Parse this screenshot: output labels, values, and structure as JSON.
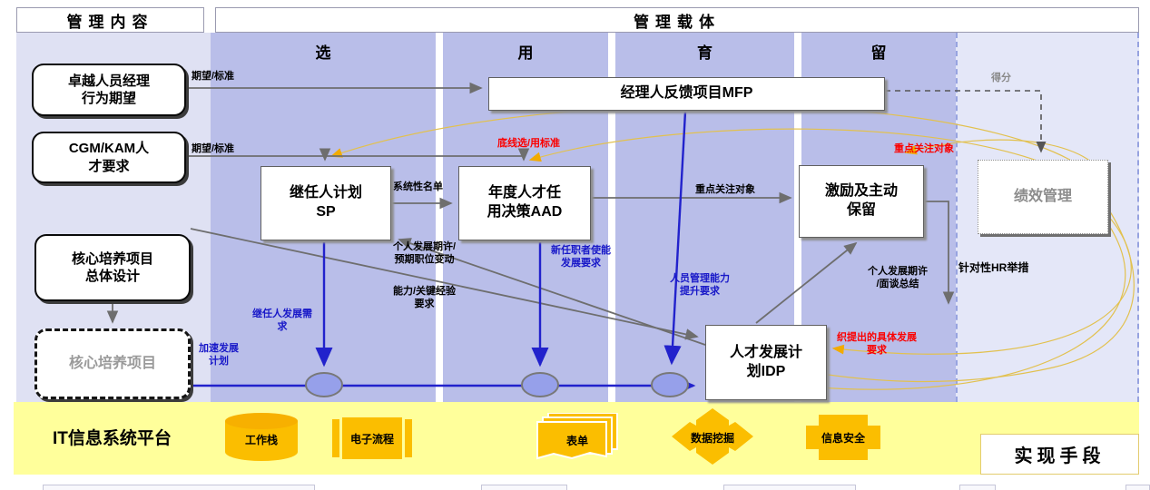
{
  "headers": {
    "left": "管理内容",
    "right": "管理载体",
    "bottom_right": "实现手段"
  },
  "columns": [
    {
      "label": "选"
    },
    {
      "label": "用"
    },
    {
      "label": "育"
    },
    {
      "label": "留"
    }
  ],
  "nodes": {
    "excellence": "卓越人员经理\n行为期望",
    "cgm_kam": "CGM/KAM人\n才要求",
    "core_design": "核心培养项目\n总体设计",
    "core_program": "核心培养项目",
    "mfp": "经理人反馈项目MFP",
    "sp": "继任人计划\nSP",
    "aad": "年度人才任\n用决策AAD",
    "retention": "激励及主动\n保留",
    "idp": "人才发展计\n划IDP",
    "performance": "绩效管理"
  },
  "edge_labels": {
    "expect_std_1": "期望/标准",
    "expect_std_2": "期望/标准",
    "baseline_criteria": "底线选/用标准",
    "systematic_list": "系统性名单",
    "personal_expectation": "个人发展期许/\n预期职位变动",
    "capability_requirement": "能力/关键经验\n要求",
    "successor_needs": "继任人发展需\n求",
    "new_appointee": "新任职者使能\n发展要求",
    "people_mgmt": "人员管理能力\n提升要求",
    "accelerated_plan": "加速发展\n计划",
    "key_focus_mid": "重点关注对象",
    "score": "得分",
    "key_focus_right": "重点关注对象",
    "personal_interview": "个人发展期许\n/面谈总结",
    "hr_measures": "针对性HR举措",
    "org_requirements": "织提出的具体发展\n要求"
  },
  "it_platform": {
    "title": "IT信息系统平台",
    "items": [
      {
        "icon": "database-cylinder-icon",
        "label": "工作栈"
      },
      {
        "icon": "process-rect-icon",
        "label": "电子流程"
      },
      {
        "icon": "stacked-forms-icon",
        "label": "表单"
      },
      {
        "icon": "four-way-arrow-icon",
        "label": "数据挖掘"
      },
      {
        "icon": "cross-block-icon",
        "label": "信息安全"
      }
    ]
  },
  "colors": {
    "column_purple": "#b9bee9",
    "left_strip": "#dfe1f3",
    "right_strip": "#e4e7f8",
    "yellow_band": "#ffff9b",
    "icon_gold": "#fbbe00",
    "line_blue": "#2222cc",
    "line_gray": "#6e6e6e",
    "curve_yellow": "#e2c14f",
    "text_red": "#fb0000"
  }
}
